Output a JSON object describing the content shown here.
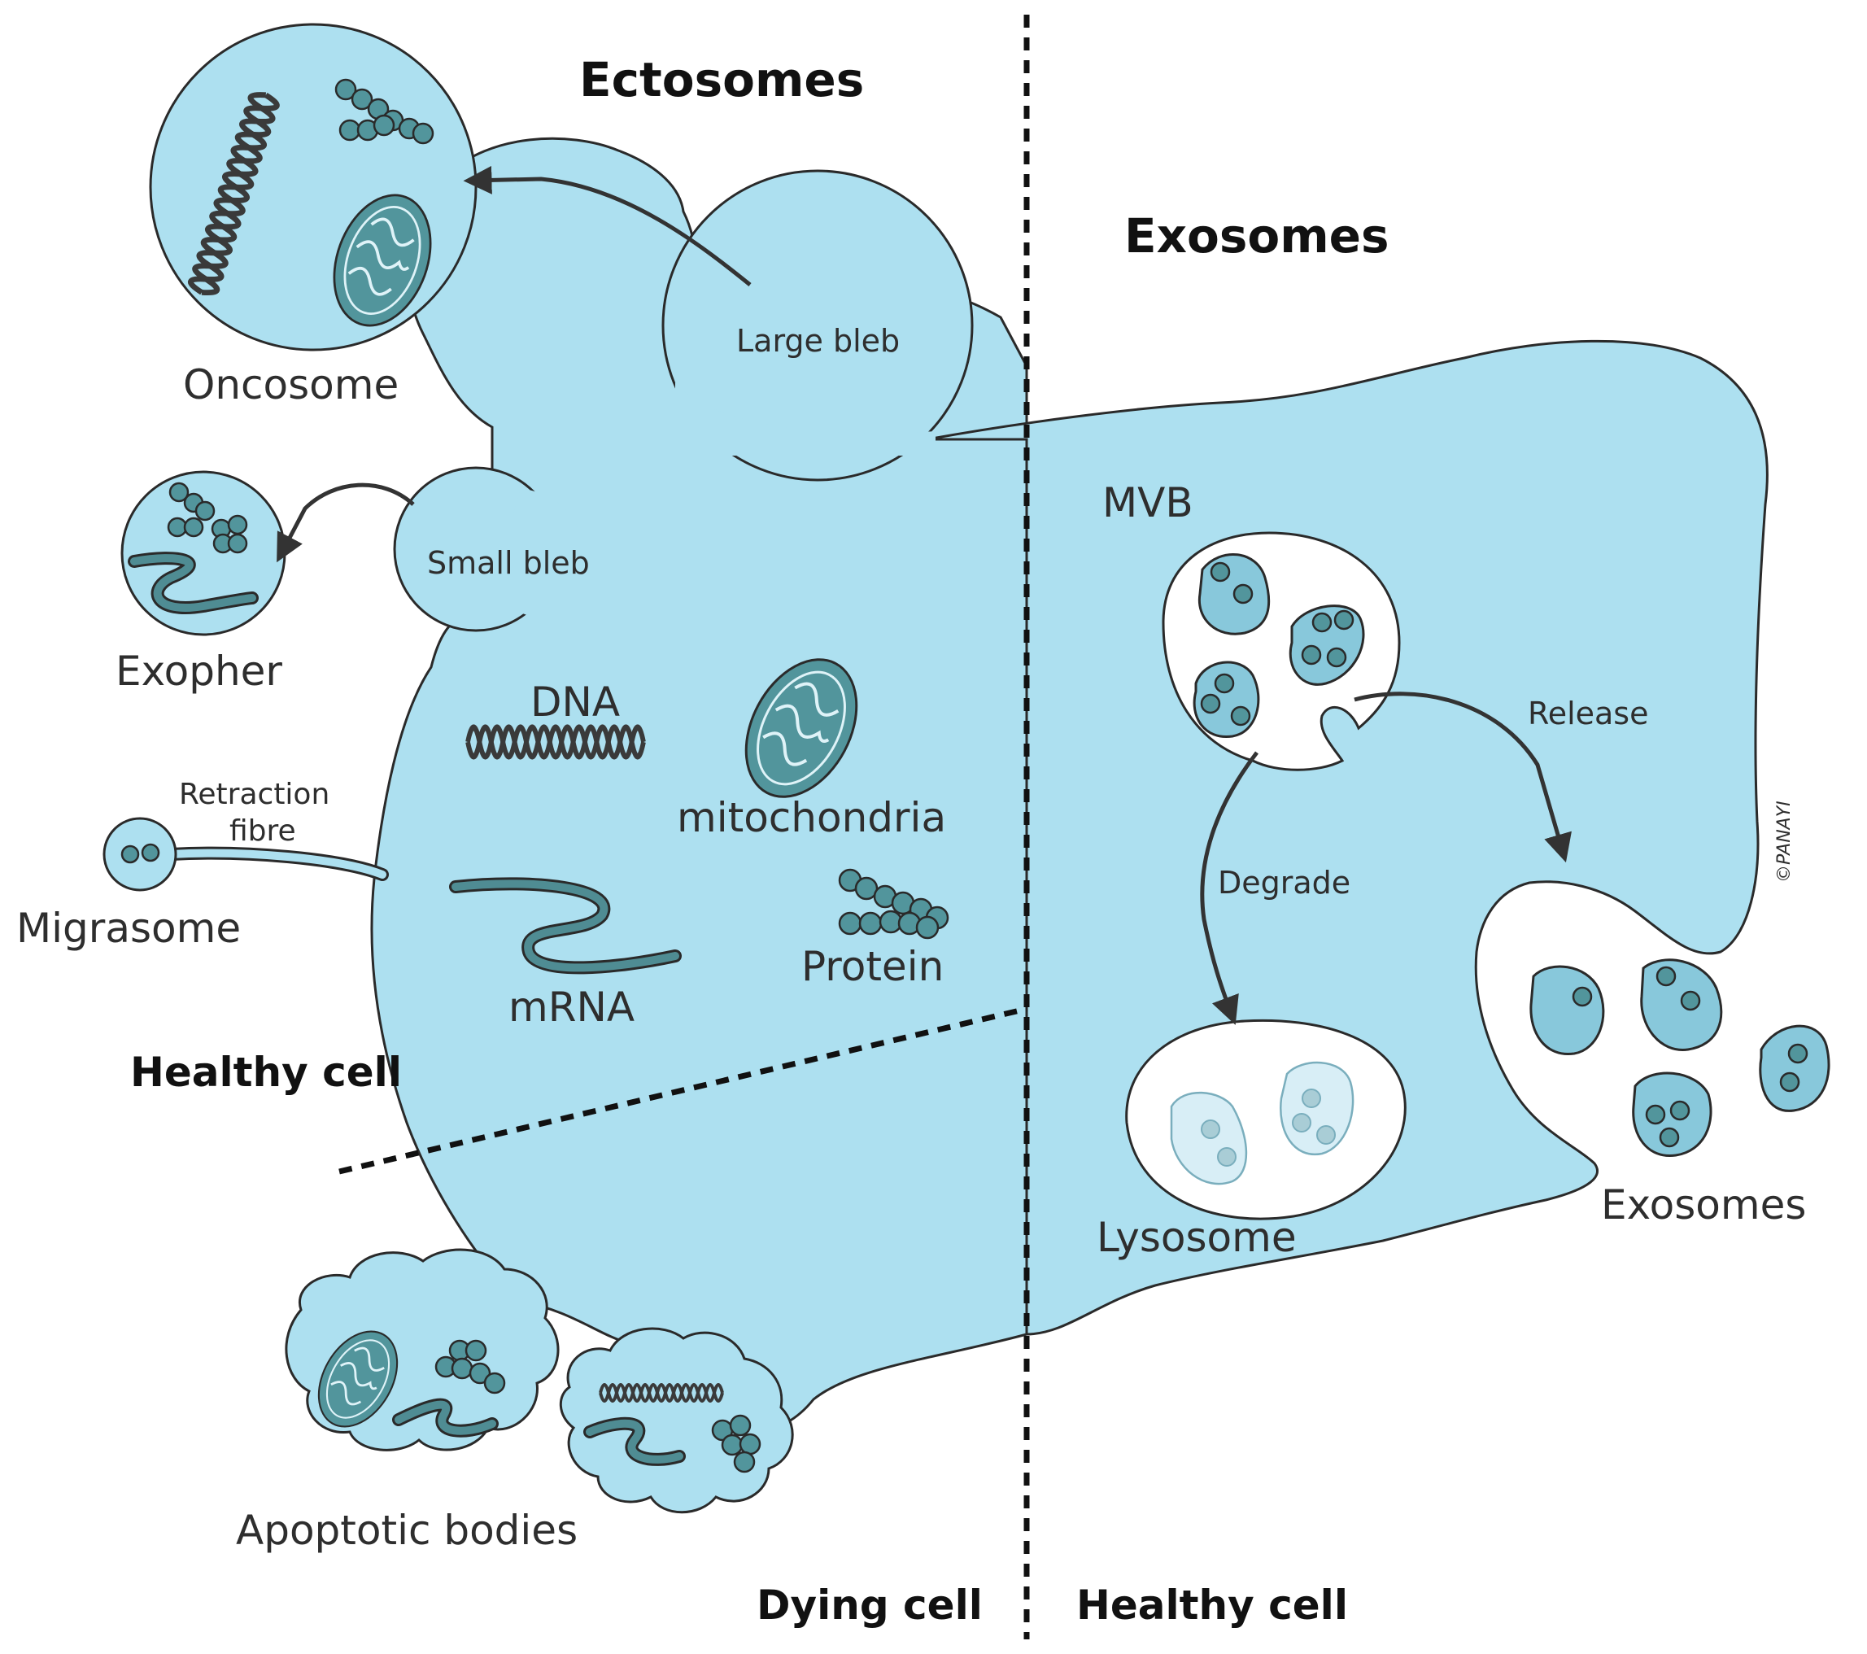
{
  "headings": {
    "ectosomes": "Ectosomes",
    "exosomes": "Exosomes",
    "healthy_cell_left": "Healthy cell",
    "dying_cell": "Dying cell",
    "healthy_cell_right": "Healthy cell"
  },
  "labels": {
    "oncosome": "Oncosome",
    "large_bleb": "Large bleb",
    "small_bleb": "Small bleb",
    "exopher": "Exopher",
    "retraction": "Retraction",
    "fibre": "fibre",
    "migrasome": "Migrasome",
    "dna": "DNA",
    "mitochondria": "mitochondria",
    "mrna": "mRNA",
    "protein": "Protein",
    "apoptotic_bodies": "Apoptotic bodies",
    "mvb": "MVB",
    "release": "Release",
    "degrade": "Degrade",
    "lysosome": "Lysosome",
    "exosomes_label": "Exosomes",
    "copyright": "©PANAYI"
  },
  "colors": {
    "cell_fill": "#ade0f0",
    "vesicle_fill": "#88c8db",
    "cargo_fill": "#52959c",
    "outline": "#2a2a2a"
  }
}
